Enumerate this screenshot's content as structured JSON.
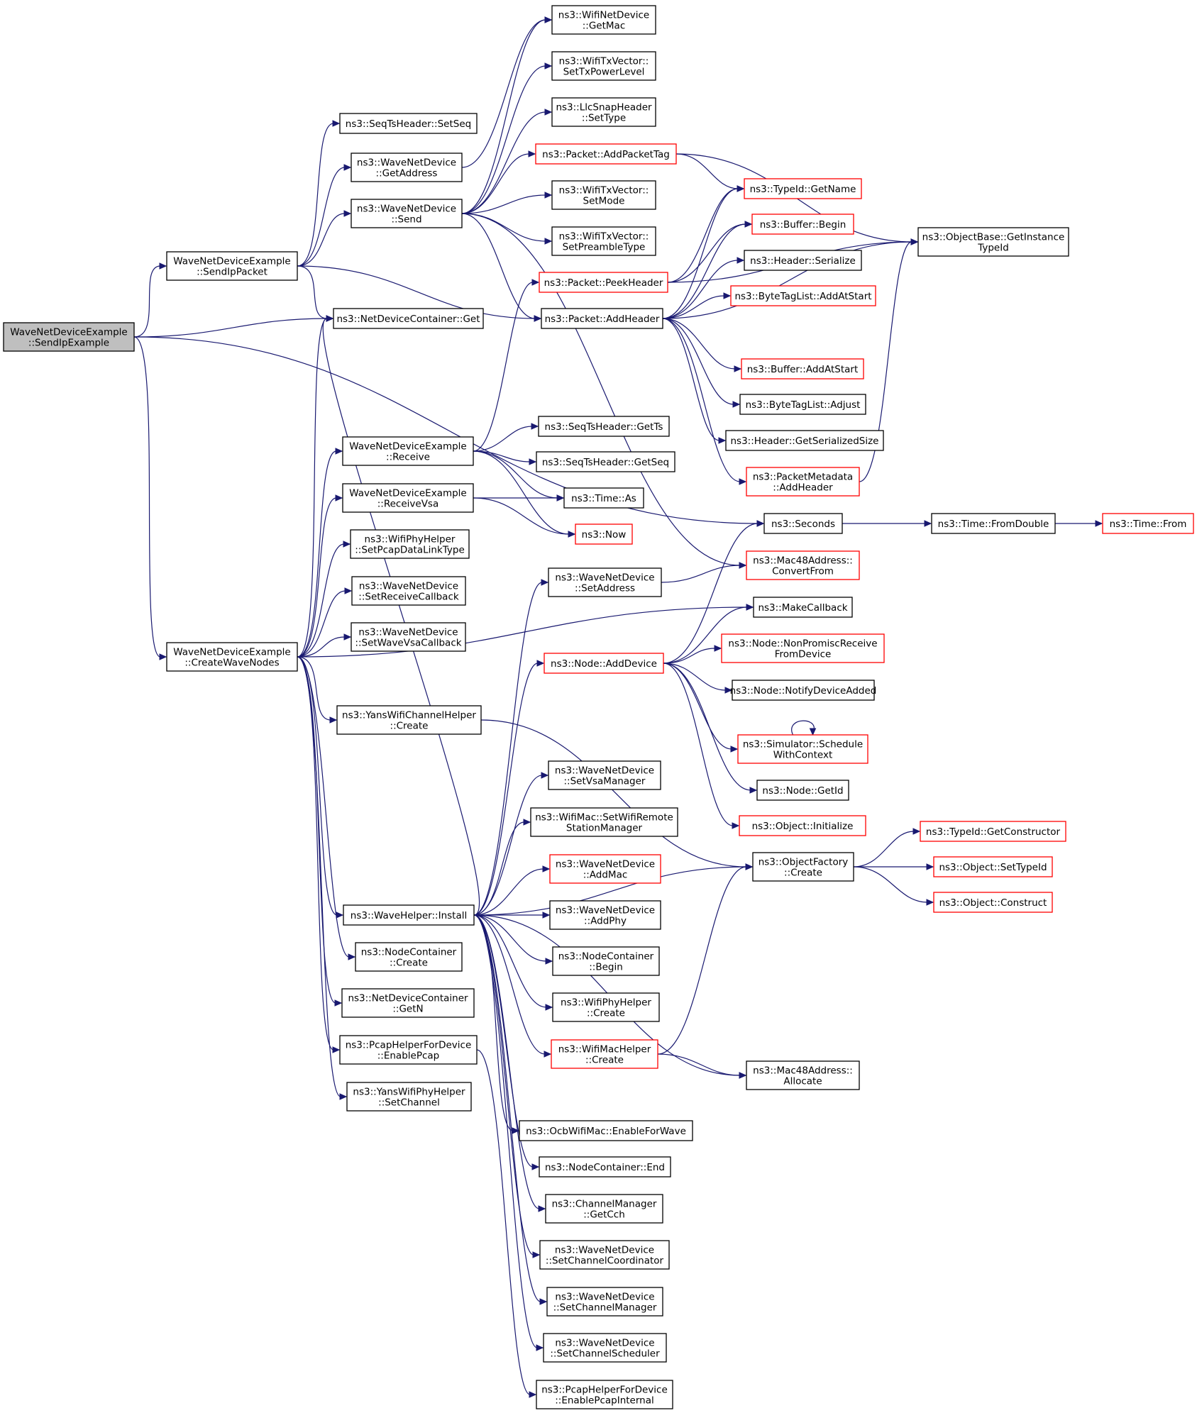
{
  "colors": {
    "edge": "#191970",
    "node_fill": "#ffffff",
    "root_fill": "#bfbfbf",
    "border_default": "#000000",
    "border_truncated": "#ff0000"
  },
  "nodes": [
    {
      "id": "root",
      "lines": [
        "WaveNetDeviceExample",
        "::SendIpExample"
      ],
      "style": "root"
    },
    {
      "id": "sendippacket",
      "lines": [
        "WaveNetDeviceExample",
        "::SendIpPacket"
      ]
    },
    {
      "id": "createwavenodes",
      "lines": [
        "WaveNetDeviceExample",
        "::CreateWaveNodes"
      ]
    },
    {
      "id": "seqts-setseq",
      "lines": [
        "ns3::SeqTsHeader::SetSeq"
      ]
    },
    {
      "id": "wnd-getaddress",
      "lines": [
        "ns3::WaveNetDevice",
        "::GetAddress"
      ]
    },
    {
      "id": "wnd-send",
      "lines": [
        "ns3::WaveNetDevice",
        "::Send"
      ]
    },
    {
      "id": "ndc-get",
      "lines": [
        "ns3::NetDeviceContainer::Get"
      ]
    },
    {
      "id": "receive",
      "lines": [
        "WaveNetDeviceExample",
        "::Receive"
      ]
    },
    {
      "id": "receivevsa",
      "lines": [
        "WaveNetDeviceExample",
        "::ReceiveVsa"
      ]
    },
    {
      "id": "wifiphyhelper-setpcap",
      "lines": [
        "ns3::WifiPhyHelper",
        "::SetPcapDataLinkType"
      ]
    },
    {
      "id": "wnd-setreceivecallback",
      "lines": [
        "ns3::WaveNetDevice",
        "::SetReceiveCallback"
      ]
    },
    {
      "id": "wnd-setwavevsacallback",
      "lines": [
        "ns3::WaveNetDevice",
        "::SetWaveVsaCallback"
      ]
    },
    {
      "id": "yanschannel-create",
      "lines": [
        "ns3::YansWifiChannelHelper",
        "::Create"
      ]
    },
    {
      "id": "wavehelper-install",
      "lines": [
        "ns3::WaveHelper::Install"
      ]
    },
    {
      "id": "nodecontainer-create",
      "lines": [
        "ns3::NodeContainer",
        "::Create"
      ]
    },
    {
      "id": "ndc-getn",
      "lines": [
        "ns3::NetDeviceContainer",
        "::GetN"
      ]
    },
    {
      "id": "pcap-enablepcap",
      "lines": [
        "ns3::PcapHelperForDevice",
        "::EnablePcap"
      ]
    },
    {
      "id": "yansphy-setchannel",
      "lines": [
        "ns3::YansWifiPhyHelper",
        "::SetChannel"
      ]
    },
    {
      "id": "wifinetdevice-getmac",
      "lines": [
        "ns3::WifiNetDevice",
        "::GetMac"
      ]
    },
    {
      "id": "txvector-settxpower",
      "lines": [
        "ns3::WifiTxVector::",
        "SetTxPowerLevel"
      ]
    },
    {
      "id": "llcsnap-settype",
      "lines": [
        "ns3::LlcSnapHeader",
        "::SetType"
      ]
    },
    {
      "id": "packet-addpackettag",
      "lines": [
        "ns3::Packet::AddPacketTag"
      ],
      "style": "truncated"
    },
    {
      "id": "txvector-setmode",
      "lines": [
        "ns3::WifiTxVector::",
        "SetMode"
      ]
    },
    {
      "id": "txvector-setpreamble",
      "lines": [
        "ns3::WifiTxVector::",
        "SetPreambleType"
      ]
    },
    {
      "id": "packet-peekheader",
      "lines": [
        "ns3::Packet::PeekHeader"
      ],
      "style": "truncated"
    },
    {
      "id": "packet-addheader",
      "lines": [
        "ns3::Packet::AddHeader"
      ]
    },
    {
      "id": "seqts-getts",
      "lines": [
        "ns3::SeqTsHeader::GetTs"
      ]
    },
    {
      "id": "seqts-getseq",
      "lines": [
        "ns3::SeqTsHeader::GetSeq"
      ]
    },
    {
      "id": "time-as",
      "lines": [
        "ns3::Time::As"
      ]
    },
    {
      "id": "now",
      "lines": [
        "ns3::Now"
      ],
      "style": "truncated"
    },
    {
      "id": "wnd-setaddress",
      "lines": [
        "ns3::WaveNetDevice",
        "::SetAddress"
      ]
    },
    {
      "id": "node-adddevice",
      "lines": [
        "ns3::Node::AddDevice"
      ],
      "style": "truncated"
    },
    {
      "id": "wnd-setvsamanager",
      "lines": [
        "ns3::WaveNetDevice",
        "::SetVsaManager"
      ]
    },
    {
      "id": "wifimac-setremote",
      "lines": [
        "ns3::WifiMac::SetWifiRemote",
        "StationManager"
      ]
    },
    {
      "id": "wnd-addmac",
      "lines": [
        "ns3::WaveNetDevice",
        "::AddMac"
      ],
      "style": "truncated"
    },
    {
      "id": "wnd-addphy",
      "lines": [
        "ns3::WaveNetDevice",
        "::AddPhy"
      ]
    },
    {
      "id": "nodecontainer-begin",
      "lines": [
        "ns3::NodeContainer",
        "::Begin"
      ]
    },
    {
      "id": "wifiphyhelper-create",
      "lines": [
        "ns3::WifiPhyHelper",
        "::Create"
      ]
    },
    {
      "id": "wifimachelper-create",
      "lines": [
        "ns3::WifiMacHelper",
        "::Create"
      ],
      "style": "truncated"
    },
    {
      "id": "ocb-enableforwave",
      "lines": [
        "ns3::OcbWifiMac::EnableForWave"
      ]
    },
    {
      "id": "nodecontainer-end",
      "lines": [
        "ns3::NodeContainer::End"
      ]
    },
    {
      "id": "channelmanager-getcch",
      "lines": [
        "ns3::ChannelManager",
        "::GetCch"
      ]
    },
    {
      "id": "wnd-setchannelcoord",
      "lines": [
        "ns3::WaveNetDevice",
        "::SetChannelCoordinator"
      ]
    },
    {
      "id": "wnd-setchannelmanager",
      "lines": [
        "ns3::WaveNetDevice",
        "::SetChannelManager"
      ]
    },
    {
      "id": "wnd-setchannelsched",
      "lines": [
        "ns3::WaveNetDevice",
        "::SetChannelScheduler"
      ]
    },
    {
      "id": "pcap-enablepcapinternal",
      "lines": [
        "ns3::PcapHelperForDevice",
        "::EnablePcapInternal"
      ]
    },
    {
      "id": "typeid-getname",
      "lines": [
        "ns3::TypeId::GetName"
      ],
      "style": "truncated"
    },
    {
      "id": "buffer-begin",
      "lines": [
        "ns3::Buffer::Begin"
      ],
      "style": "truncated"
    },
    {
      "id": "header-serialize",
      "lines": [
        "ns3::Header::Serialize"
      ]
    },
    {
      "id": "bytetaglist-addatstart",
      "lines": [
        "ns3::ByteTagList::AddAtStart"
      ],
      "style": "truncated"
    },
    {
      "id": "buffer-addatstart",
      "lines": [
        "ns3::Buffer::AddAtStart"
      ],
      "style": "truncated"
    },
    {
      "id": "bytetaglist-adjust",
      "lines": [
        "ns3::ByteTagList::Adjust"
      ]
    },
    {
      "id": "header-getserializedsize",
      "lines": [
        "ns3::Header::GetSerializedSize"
      ]
    },
    {
      "id": "packetmetadata-addheader",
      "lines": [
        "ns3::PacketMetadata",
        "::AddHeader"
      ],
      "style": "truncated"
    },
    {
      "id": "seconds",
      "lines": [
        "ns3::Seconds"
      ]
    },
    {
      "id": "mac48-convertfrom",
      "lines": [
        "ns3::Mac48Address::",
        "ConvertFrom"
      ],
      "style": "truncated"
    },
    {
      "id": "makecallback",
      "lines": [
        "ns3::MakeCallback"
      ]
    },
    {
      "id": "node-nonpromisc",
      "lines": [
        "ns3::Node::NonPromiscReceive",
        "FromDevice"
      ],
      "style": "truncated"
    },
    {
      "id": "node-notifydeviceadded",
      "lines": [
        "ns3::Node::NotifyDeviceAdded"
      ]
    },
    {
      "id": "sim-schedulewithcontext",
      "lines": [
        "ns3::Simulator::Schedule",
        "WithContext"
      ],
      "style": "truncated"
    },
    {
      "id": "node-getid",
      "lines": [
        "ns3::Node::GetId"
      ]
    },
    {
      "id": "object-initialize",
      "lines": [
        "ns3::Object::Initialize"
      ],
      "style": "truncated"
    },
    {
      "id": "objectfactory-create",
      "lines": [
        "ns3::ObjectFactory",
        "::Create"
      ]
    },
    {
      "id": "mac48-allocate",
      "lines": [
        "ns3::Mac48Address::",
        "Allocate"
      ]
    },
    {
      "id": "objectbase-getinstancetypeid",
      "lines": [
        "ns3::ObjectBase::GetInstance",
        "TypeId"
      ]
    },
    {
      "id": "time-fromdouble",
      "lines": [
        "ns3::Time::FromDouble"
      ]
    },
    {
      "id": "time-from",
      "lines": [
        "ns3::Time::From"
      ],
      "style": "truncated"
    },
    {
      "id": "typeid-getconstructor",
      "lines": [
        "ns3::TypeId::GetConstructor"
      ],
      "style": "truncated"
    },
    {
      "id": "object-settypeid",
      "lines": [
        "ns3::Object::SetTypeId"
      ],
      "style": "truncated"
    },
    {
      "id": "object-construct",
      "lines": [
        "ns3::Object::Construct"
      ],
      "style": "truncated"
    }
  ],
  "edges": [
    [
      "root",
      "sendippacket"
    ],
    [
      "root",
      "ndc-get"
    ],
    [
      "root",
      "seconds"
    ],
    [
      "root",
      "createwavenodes"
    ],
    [
      "sendippacket",
      "seqts-setseq"
    ],
    [
      "sendippacket",
      "wnd-getaddress"
    ],
    [
      "sendippacket",
      "wnd-send"
    ],
    [
      "sendippacket",
      "ndc-get"
    ],
    [
      "sendippacket",
      "packet-addheader"
    ],
    [
      "wnd-getaddress",
      "wifinetdevice-getmac"
    ],
    [
      "wnd-send",
      "wifinetdevice-getmac"
    ],
    [
      "wnd-send",
      "txvector-settxpower"
    ],
    [
      "wnd-send",
      "llcsnap-settype"
    ],
    [
      "wnd-send",
      "packet-addpackettag"
    ],
    [
      "wnd-send",
      "txvector-setmode"
    ],
    [
      "wnd-send",
      "txvector-setpreamble"
    ],
    [
      "wnd-send",
      "packet-addheader"
    ],
    [
      "wnd-send",
      "mac48-convertfrom"
    ],
    [
      "packet-addpackettag",
      "objectbase-getinstancetypeid"
    ],
    [
      "packet-addpackettag",
      "typeid-getname"
    ],
    [
      "packet-peekheader",
      "objectbase-getinstancetypeid"
    ],
    [
      "packet-peekheader",
      "typeid-getname"
    ],
    [
      "packet-peekheader",
      "buffer-begin"
    ],
    [
      "packet-addheader",
      "typeid-getname"
    ],
    [
      "packet-addheader",
      "buffer-begin"
    ],
    [
      "packet-addheader",
      "header-serialize"
    ],
    [
      "packet-addheader",
      "bytetaglist-addatstart"
    ],
    [
      "packet-addheader",
      "objectbase-getinstancetypeid"
    ],
    [
      "packet-addheader",
      "buffer-addatstart"
    ],
    [
      "packet-addheader",
      "bytetaglist-adjust"
    ],
    [
      "packet-addheader",
      "header-getserializedsize"
    ],
    [
      "packet-addheader",
      "packetmetadata-addheader"
    ],
    [
      "packetmetadata-addheader",
      "objectbase-getinstancetypeid"
    ],
    [
      "createwavenodes",
      "ndc-get"
    ],
    [
      "createwavenodes",
      "receive"
    ],
    [
      "createwavenodes",
      "receivevsa"
    ],
    [
      "createwavenodes",
      "wifiphyhelper-setpcap"
    ],
    [
      "createwavenodes",
      "wnd-setreceivecallback"
    ],
    [
      "createwavenodes",
      "wnd-setwavevsacallback"
    ],
    [
      "createwavenodes",
      "makecallback"
    ],
    [
      "createwavenodes",
      "yanschannel-create"
    ],
    [
      "createwavenodes",
      "wavehelper-install"
    ],
    [
      "createwavenodes",
      "nodecontainer-create"
    ],
    [
      "createwavenodes",
      "ndc-getn"
    ],
    [
      "createwavenodes",
      "pcap-enablepcap"
    ],
    [
      "createwavenodes",
      "yansphy-setchannel"
    ],
    [
      "receive",
      "packet-peekheader"
    ],
    [
      "receive",
      "seqts-getts"
    ],
    [
      "receive",
      "seqts-getseq"
    ],
    [
      "receive",
      "time-as"
    ],
    [
      "receive",
      "now"
    ],
    [
      "receivevsa",
      "time-as"
    ],
    [
      "receivevsa",
      "now"
    ],
    [
      "yanschannel-create",
      "objectfactory-create"
    ],
    [
      "wavehelper-install",
      "ndc-get"
    ],
    [
      "wavehelper-install",
      "wnd-setaddress"
    ],
    [
      "wavehelper-install",
      "node-adddevice"
    ],
    [
      "wavehelper-install",
      "objectfactory-create"
    ],
    [
      "wavehelper-install",
      "wnd-setvsamanager"
    ],
    [
      "wavehelper-install",
      "wifimac-setremote"
    ],
    [
      "wavehelper-install",
      "wnd-addmac"
    ],
    [
      "wavehelper-install",
      "wnd-addphy"
    ],
    [
      "wavehelper-install",
      "nodecontainer-begin"
    ],
    [
      "wavehelper-install",
      "wifiphyhelper-create"
    ],
    [
      "wavehelper-install",
      "wifimachelper-create"
    ],
    [
      "wavehelper-install",
      "mac48-allocate"
    ],
    [
      "wavehelper-install",
      "ocb-enableforwave"
    ],
    [
      "wavehelper-install",
      "nodecontainer-end"
    ],
    [
      "wavehelper-install",
      "channelmanager-getcch"
    ],
    [
      "wavehelper-install",
      "wnd-setchannelcoord"
    ],
    [
      "wavehelper-install",
      "wnd-setchannelmanager"
    ],
    [
      "wavehelper-install",
      "wnd-setchannelsched"
    ],
    [
      "pcap-enablepcap",
      "pcap-enablepcapinternal"
    ],
    [
      "wnd-setaddress",
      "mac48-convertfrom"
    ],
    [
      "node-adddevice",
      "seconds"
    ],
    [
      "node-adddevice",
      "makecallback"
    ],
    [
      "node-adddevice",
      "node-nonpromisc"
    ],
    [
      "node-adddevice",
      "node-notifydeviceadded"
    ],
    [
      "node-adddevice",
      "sim-schedulewithcontext"
    ],
    [
      "node-adddevice",
      "node-getid"
    ],
    [
      "node-adddevice",
      "object-initialize"
    ],
    [
      "sim-schedulewithcontext",
      "sim-schedulewithcontext"
    ],
    [
      "wifimachelper-create",
      "objectfactory-create"
    ],
    [
      "wifimachelper-create",
      "mac48-allocate"
    ],
    [
      "seconds",
      "time-fromdouble"
    ],
    [
      "time-fromdouble",
      "time-from"
    ],
    [
      "objectfactory-create",
      "typeid-getconstructor"
    ],
    [
      "objectfactory-create",
      "object-settypeid"
    ],
    [
      "objectfactory-create",
      "object-construct"
    ]
  ]
}
